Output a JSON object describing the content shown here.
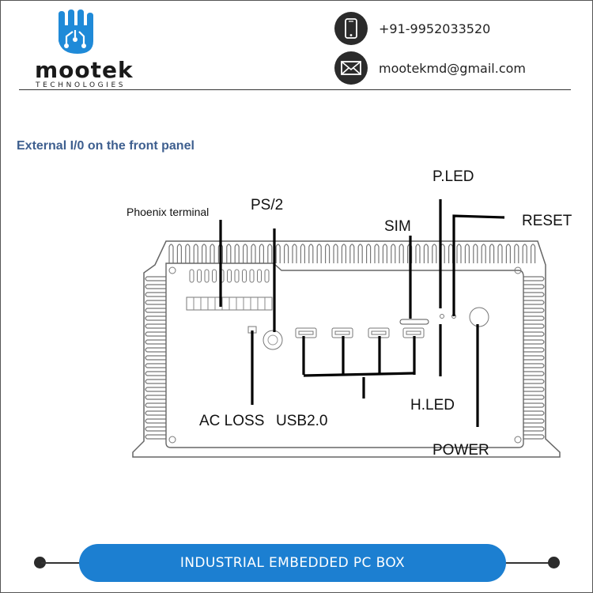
{
  "header": {
    "brand_name": "mootek",
    "brand_tagline": "TECHNOLOGIES",
    "phone": "+91-9952033520",
    "email": "mootekmd@gmail.com",
    "icons": [
      "mobile-phone-icon",
      "envelope-icon"
    ]
  },
  "section_title": "External I/0 on the front panel",
  "diagram_labels": {
    "phoenix": "Phoenix terminal",
    "ps2": "PS/2",
    "sim": "SIM",
    "pled": "P.LED",
    "reset": "RESET",
    "acloss": "AC LOSS",
    "usb": "USB2.0",
    "hled": "H.LED",
    "power": "POWER"
  },
  "banner": {
    "label": "INDUSTRIAL EMBEDDED PC BOX"
  },
  "colors": {
    "accent": "#1c7fd1",
    "title": "#3e5f8f",
    "dark": "#2b2b2b"
  }
}
